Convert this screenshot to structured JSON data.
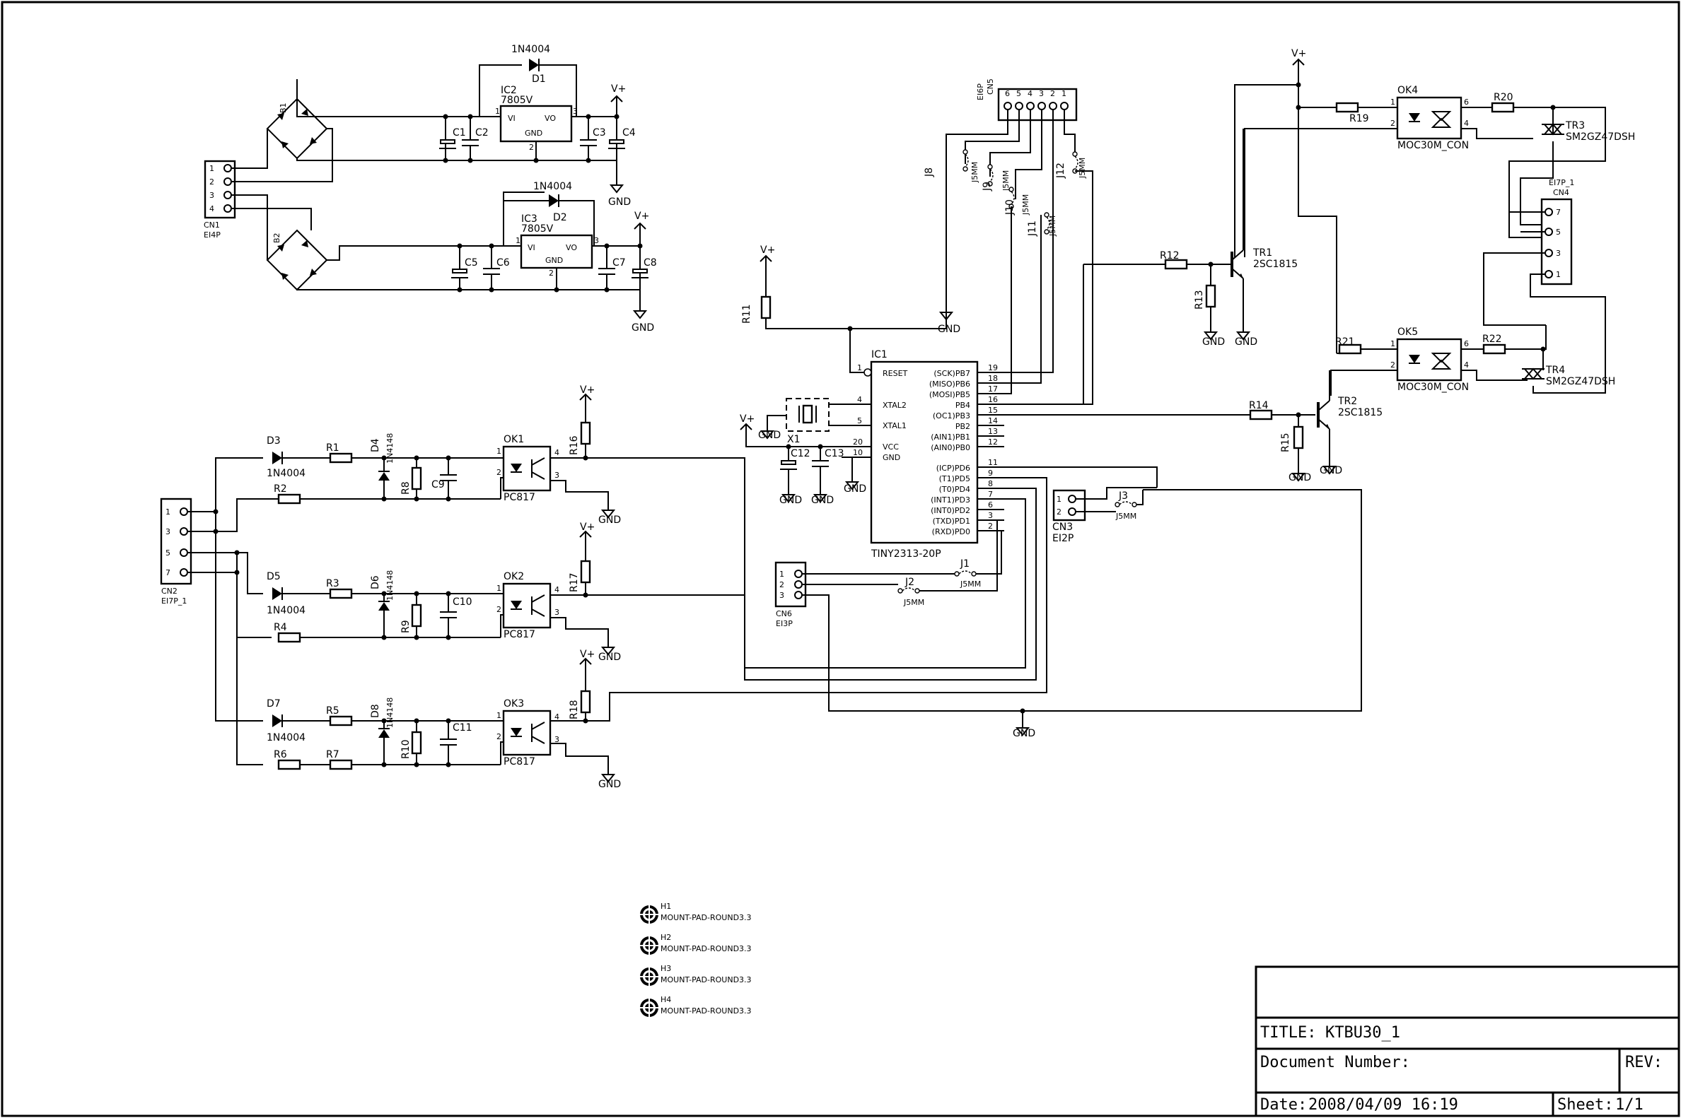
{
  "power_section": {
    "cn1": {
      "ref": "CN1",
      "type": "EI4P",
      "pins": [
        "1",
        "2",
        "3",
        "4"
      ]
    },
    "bridge1": "B1",
    "bridge2": "B2",
    "d1": {
      "ref": "D1",
      "value": "1N4004"
    },
    "d2": {
      "ref": "D2",
      "value": "1N4004"
    },
    "ic2": {
      "ref": "IC2",
      "value": "7805V",
      "vi": "VI",
      "vo": "VO",
      "gnd": "GND",
      "p1": "1",
      "p2": "2",
      "p3": "3"
    },
    "ic3": {
      "ref": "IC3",
      "value": "7805V",
      "vi": "VI",
      "vo": "VO",
      "gnd": "GND",
      "p1": "1",
      "p2": "2",
      "p3": "3"
    },
    "caps": [
      "C1",
      "C2",
      "C3",
      "C4",
      "C5",
      "C6",
      "C7",
      "C8"
    ],
    "vplus": "V+",
    "gnd": "GND"
  },
  "mcu": {
    "ref": "IC1",
    "part": "TINY2313-20P",
    "left_pins": [
      {
        "num": "1",
        "name": "RESET"
      },
      {
        "num": "4",
        "name": "XTAL2"
      },
      {
        "num": "5",
        "name": "XTAL1"
      },
      {
        "num": "20",
        "name": "VCC"
      },
      {
        "num": "10",
        "name": "GND"
      }
    ],
    "right_pins": [
      {
        "num": "19",
        "name": "(SCK)PB7"
      },
      {
        "num": "18",
        "name": "(MISO)PB6"
      },
      {
        "num": "17",
        "name": "(MOSI)PB5"
      },
      {
        "num": "16",
        "name": "PB4"
      },
      {
        "num": "15",
        "name": "(OC1)PB3"
      },
      {
        "num": "14",
        "name": "PB2"
      },
      {
        "num": "13",
        "name": "(AIN1)PB1"
      },
      {
        "num": "12",
        "name": "(AIN0)PB0"
      },
      {
        "num": "11",
        "name": "(ICP)PD6"
      },
      {
        "num": "9",
        "name": "(T1)PD5"
      },
      {
        "num": "8",
        "name": "(T0)PD4"
      },
      {
        "num": "7",
        "name": "(INT1)PD3"
      },
      {
        "num": "6",
        "name": "(INT0)PD2"
      },
      {
        "num": "3",
        "name": "(TXD)PD1"
      },
      {
        "num": "2",
        "name": "(RXD)PD0"
      }
    ],
    "crystal": "X1",
    "r11": "R11",
    "c12": "C12",
    "c13": "C13"
  },
  "isp_header": {
    "ref": "CN5",
    "type": "EI6P",
    "pins": [
      "6",
      "5",
      "4",
      "3",
      "2",
      "1"
    ],
    "jumpers": [
      {
        "ref": "J8",
        "value": "J5MM"
      },
      {
        "ref": "J9",
        "value": "J5MM"
      },
      {
        "ref": "J10",
        "value": "J5MM"
      },
      {
        "ref": "J11",
        "value": "J5MM"
      },
      {
        "ref": "J12",
        "value": "J5MM"
      }
    ]
  },
  "input_section": {
    "cn2": {
      "ref": "CN2",
      "type": "EI7P_1",
      "pins": [
        "1",
        "3",
        "5",
        "7"
      ]
    },
    "channels": [
      {
        "diode": "D3",
        "diode_val": "1N4004",
        "r_a": "R1",
        "r_b": "R2",
        "zener": "D4",
        "zener_val": "1N4148",
        "r_p": "R8",
        "cap": "C9",
        "ok": "OK1",
        "ok_part": "PC817",
        "r_pull": "R16"
      },
      {
        "diode": "D5",
        "diode_val": "1N4004",
        "r_a": "R3",
        "r_b": "R4",
        "zener": "D6",
        "zener_val": "1N4148",
        "r_p": "R9",
        "cap": "C10",
        "ok": "OK2",
        "ok_part": "PC817",
        "r_pull": "R17"
      },
      {
        "diode": "D7",
        "diode_val": "1N4004",
        "r_a": "R5",
        "r_b": "R6",
        "r_c": "R7",
        "zener": "D8",
        "zener_val": "1N4148",
        "r_p": "R10",
        "cap": "C11",
        "ok": "OK3",
        "ok_part": "PC817",
        "r_pull": "R18"
      }
    ],
    "ok_pins": [
      "1",
      "2",
      "3",
      "4"
    ]
  },
  "output_section": {
    "ok4": {
      "ref": "OK4",
      "part": "MOC30M_CON"
    },
    "ok5": {
      "ref": "OK5",
      "part": "MOC30M_CON"
    },
    "tr3": {
      "ref": "TR3",
      "part": "SM2GZ47DSH"
    },
    "tr4": {
      "ref": "TR4",
      "part": "SM2GZ47DSH"
    },
    "tr1": {
      "ref": "TR1",
      "part": "2SC1815"
    },
    "tr2": {
      "ref": "TR2",
      "part": "2SC1815"
    },
    "resistors": [
      "R12",
      "R13",
      "R14",
      "R15",
      "R19",
      "R20",
      "R21",
      "R22"
    ],
    "cn4": {
      "ref": "CN4",
      "type": "EI7P_1",
      "pins": [
        "7",
        "5",
        "3",
        "1"
      ]
    },
    "moc_pins": [
      "1",
      "2",
      "4",
      "6"
    ]
  },
  "misc": {
    "cn3": {
      "ref": "CN3",
      "type": "EI2P",
      "pins": [
        "1",
        "2"
      ]
    },
    "j3": {
      "ref": "J3",
      "value": "J5MM"
    },
    "cn6": {
      "ref": "CN6",
      "type": "EI3P",
      "pins": [
        "1",
        "2",
        "3"
      ]
    },
    "j1": {
      "ref": "J1",
      "value": "J5MM"
    },
    "j2": {
      "ref": "J2",
      "value": "J5MM"
    }
  },
  "mount_pads": [
    {
      "ref": "H1",
      "value": "MOUNT-PAD-ROUND3.3"
    },
    {
      "ref": "H2",
      "value": "MOUNT-PAD-ROUND3.3"
    },
    {
      "ref": "H3",
      "value": "MOUNT-PAD-ROUND3.3"
    },
    {
      "ref": "H4",
      "value": "MOUNT-PAD-ROUND3.3"
    }
  ],
  "title_block": {
    "title_label": "TITLE:",
    "title_value": "KTBU30_1",
    "docnum_label": "Document Number:",
    "docnum_value": "",
    "rev_label": "REV:",
    "rev_value": "",
    "date_label": "Date:",
    "date_value": "2008/04/09 16:19",
    "sheet_label": "Sheet:",
    "sheet_value": "1/1"
  }
}
